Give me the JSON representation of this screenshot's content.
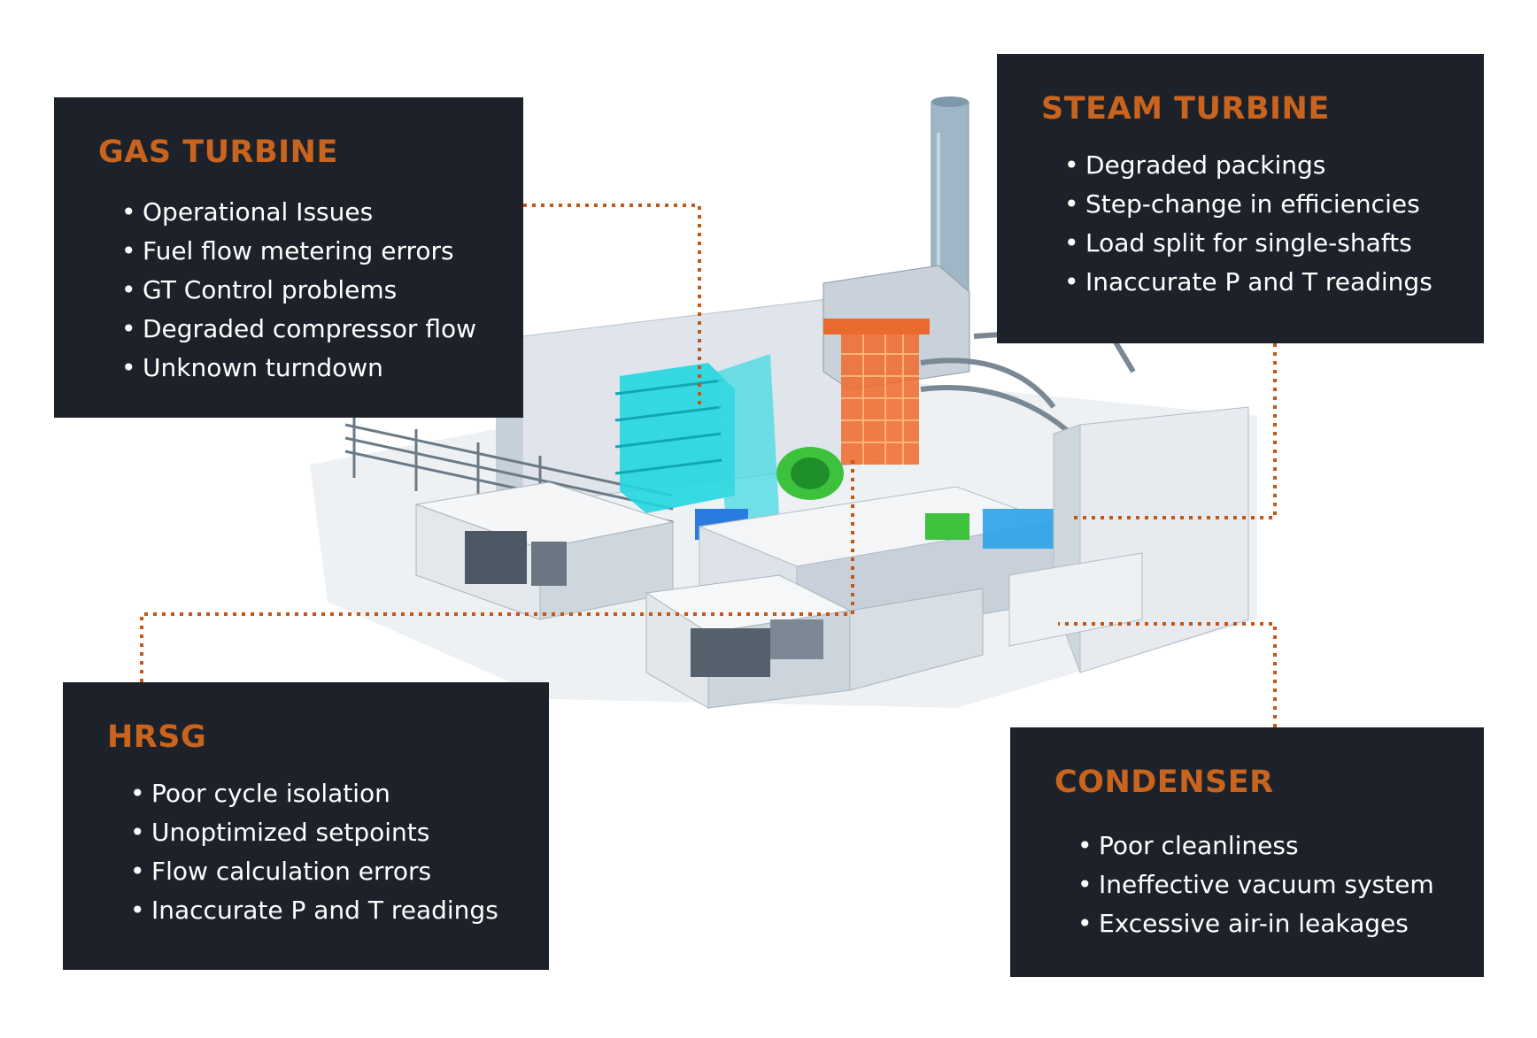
{
  "sections": {
    "gas_turbine": {
      "title": "GAS TURBINE",
      "items": [
        "Operational Issues",
        "Fuel flow metering errors",
        "GT Control problems",
        "Degraded compressor flow",
        "Unknown turndown"
      ]
    },
    "steam_turbine": {
      "title": "STEAM TURBINE",
      "items": [
        "Degraded packings",
        "Step-change in efficiencies",
        "Load split for single-shafts",
        "Inaccurate P and T readings"
      ]
    },
    "hrsg": {
      "title": "HRSG",
      "items": [
        "Poor cycle isolation",
        "Unoptimized setpoints",
        "Flow calculation errors",
        "Inaccurate P and T readings"
      ]
    },
    "condenser": {
      "title": "CONDENSER",
      "items": [
        "Poor cleanliness",
        "Ineffective vacuum system",
        "Excessive air-in leakages"
      ]
    }
  },
  "colors": {
    "panel_background": "#1d222a",
    "heading": "#c8641e",
    "text": "#ffffff",
    "connector": "#c0581a",
    "hrsg_highlight": "#f06a2a",
    "gas_turbine_highlight": "#22d6e0",
    "generator_highlight": "#2a9ee8",
    "valve_highlight": "#3cc23c"
  },
  "illustration": "combined-cycle-power-plant-cutaway"
}
